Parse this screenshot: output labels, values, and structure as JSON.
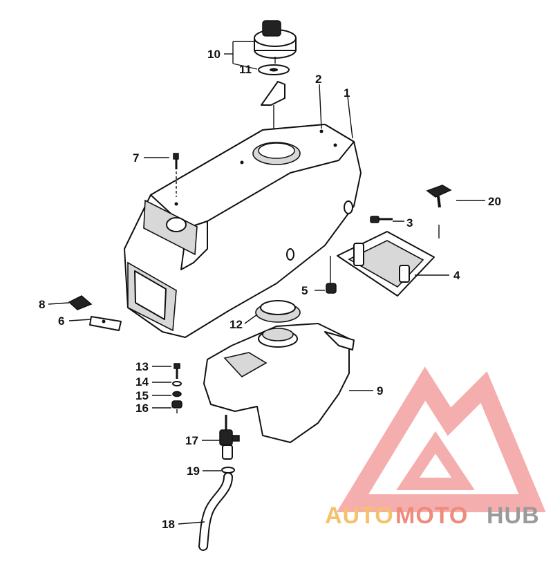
{
  "diagram": {
    "callouts": [
      {
        "id": "c1",
        "label": "1"
      },
      {
        "id": "c2",
        "label": "2"
      },
      {
        "id": "c3",
        "label": "3"
      },
      {
        "id": "c4",
        "label": "4"
      },
      {
        "id": "c5",
        "label": "5"
      },
      {
        "id": "c6",
        "label": "6"
      },
      {
        "id": "c7",
        "label": "7"
      },
      {
        "id": "c8",
        "label": "8"
      },
      {
        "id": "c9",
        "label": "9"
      },
      {
        "id": "c10",
        "label": "10"
      },
      {
        "id": "c11",
        "label": "11"
      },
      {
        "id": "c12",
        "label": "12"
      },
      {
        "id": "c13",
        "label": "13"
      },
      {
        "id": "c14",
        "label": "14"
      },
      {
        "id": "c15",
        "label": "15"
      },
      {
        "id": "c16",
        "label": "16"
      },
      {
        "id": "c17",
        "label": "17"
      },
      {
        "id": "c18",
        "label": "18"
      },
      {
        "id": "c19",
        "label": "19"
      },
      {
        "id": "c20",
        "label": "20"
      }
    ]
  },
  "watermark": {
    "word1": "AUTO",
    "word2": "MOTO",
    "word3": "HUB",
    "colors": {
      "word1": "#f6c16a",
      "word2": "#f08a7a",
      "word3": "#9a9a9a",
      "logo": "#f4a0a0"
    }
  }
}
